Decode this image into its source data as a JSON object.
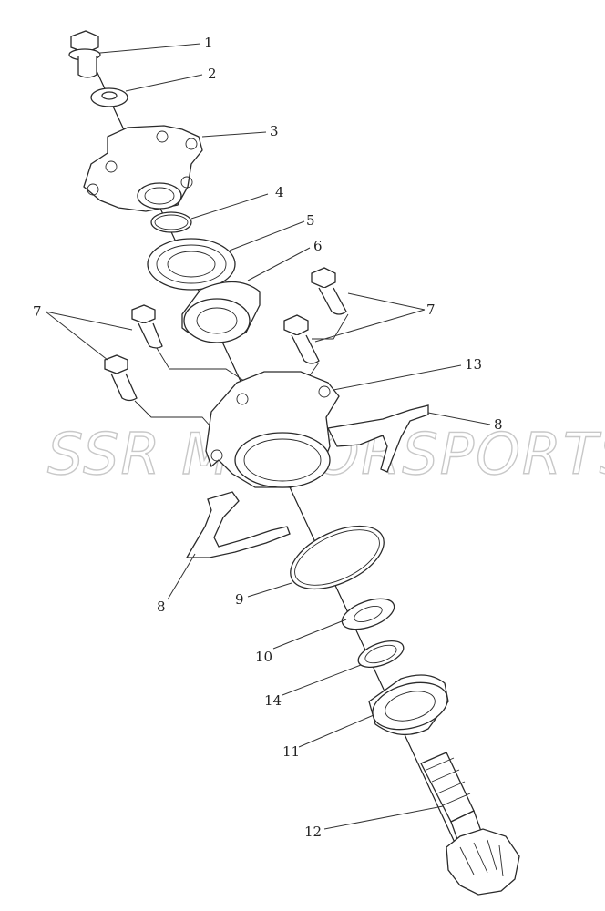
{
  "watermark": "SSR MOTORSPORTS",
  "callouts": {
    "c1": "1",
    "c2": "2",
    "c3": "3",
    "c4": "4",
    "c5": "5",
    "c6": "6",
    "c7a": "7",
    "c7b": "7",
    "c8a": "8",
    "c8b": "8",
    "c9": "9",
    "c10": "10",
    "c11": "11",
    "c12": "12",
    "c13": "13",
    "c14": "14"
  }
}
